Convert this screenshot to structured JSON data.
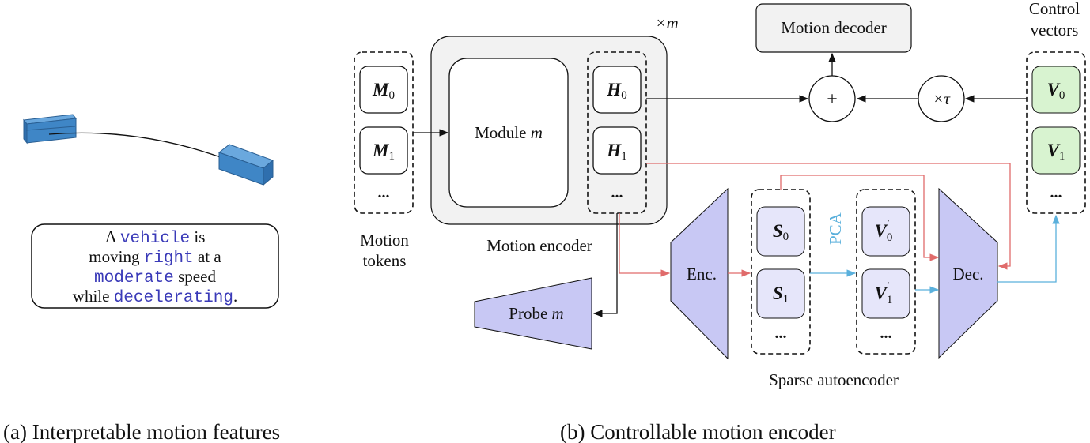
{
  "captions": {
    "a": "(a) Interpretable motion features",
    "b": "(b) Controllable motion encoder"
  },
  "description": {
    "line1": [
      "A ",
      "vehicle",
      " is"
    ],
    "line2": [
      "moving ",
      "right",
      " at a"
    ],
    "line3": [
      "moderate",
      " speed"
    ],
    "line4": [
      "while ",
      "decelerating",
      "."
    ]
  },
  "labels": {
    "times_m": "×m",
    "motion_decoder": "Motion decoder",
    "control_vectors_1": "Control",
    "control_vectors_2": "vectors",
    "motion_tokens_1": "Motion",
    "motion_tokens_2": "tokens",
    "motion_encoder": "Motion encoder",
    "module": "Module ",
    "module_var": "m",
    "probe": "Probe ",
    "probe_var": "m",
    "enc": "Enc.",
    "dec": "Dec.",
    "pca": "PCA",
    "sparse_autoencoder": "Sparse autoencoder",
    "plus": "+",
    "times_tau": "×τ",
    "ellipsis": "..."
  },
  "tokens": {
    "M0": "M",
    "M0_sub": "0",
    "M1": "M",
    "M1_sub": "1",
    "H0": "H",
    "H0_sub": "0",
    "H1": "H",
    "H1_sub": "1",
    "S0": "S",
    "S0_sub": "0",
    "S1": "S",
    "S1_sub": "1",
    "Vp0": "V",
    "Vp0_sub": "0",
    "Vp0_prime": "′",
    "Vp1": "V",
    "Vp1_sub": "1",
    "Vp1_prime": "′",
    "V0": "V",
    "V0_sub": "0",
    "V1": "V",
    "V1_sub": "1"
  },
  "colors": {
    "box_blue": "#3f86c6",
    "sae_fill": "#e6e6fa",
    "trapezoid_fill": "#c8c8f4",
    "control_fill": "#d8f3d0",
    "red_arrow": "#e06b6b",
    "blue_arrow": "#5ab0dc",
    "mono_text": "#3a3ab8"
  }
}
